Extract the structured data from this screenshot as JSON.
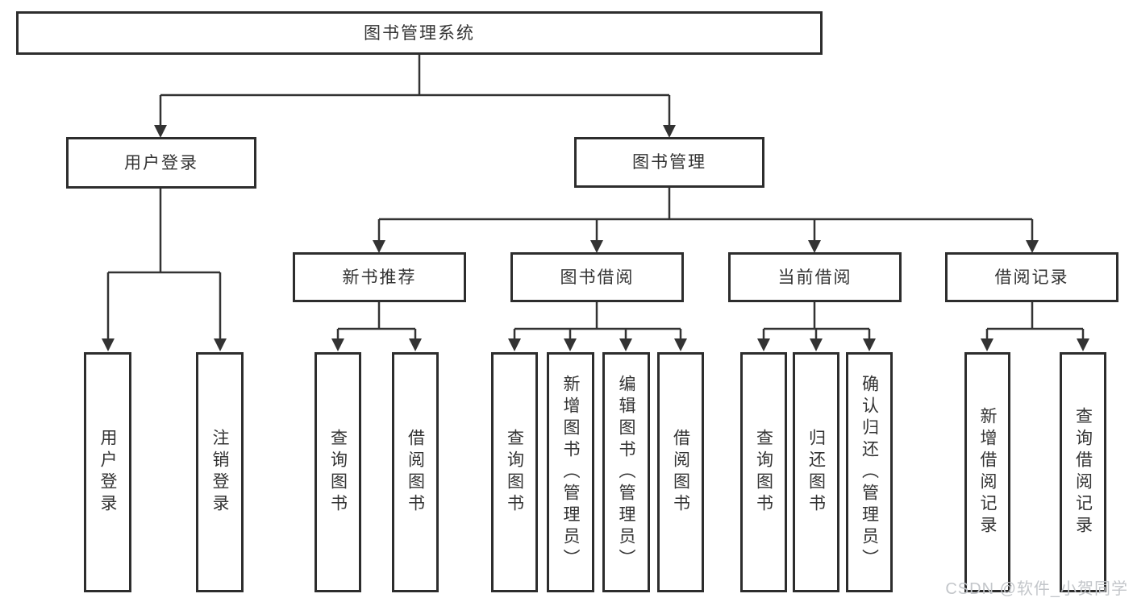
{
  "tree": {
    "label": "图书管理系统",
    "children": [
      {
        "label": "用户登录",
        "children": [
          {
            "label": "用户登录"
          },
          {
            "label": "注销登录"
          }
        ]
      },
      {
        "label": "图书管理",
        "children": [
          {
            "label": "新书推荐",
            "children": [
              {
                "label": "查询图书"
              },
              {
                "label": "借阅图书"
              }
            ]
          },
          {
            "label": "图书借阅",
            "children": [
              {
                "label": "查询图书"
              },
              {
                "label": "新增图书（管理员）"
              },
              {
                "label": "编辑图书（管理员）"
              },
              {
                "label": "借阅图书"
              }
            ]
          },
          {
            "label": "当前借阅",
            "children": [
              {
                "label": "查询图书"
              },
              {
                "label": "归还图书"
              },
              {
                "label": "确认归还（管理员）"
              }
            ]
          },
          {
            "label": "借阅记录",
            "children": [
              {
                "label": "新增借阅记录"
              },
              {
                "label": "查询借阅记录"
              }
            ]
          }
        ]
      }
    ]
  },
  "watermark": "CSDN @软件_小贺同学",
  "colors": {
    "line": "#333333",
    "box_border": "#2d2d2d",
    "box_fill": "#ffffff",
    "text": "#333333",
    "watermark": "#c3c6ca"
  }
}
